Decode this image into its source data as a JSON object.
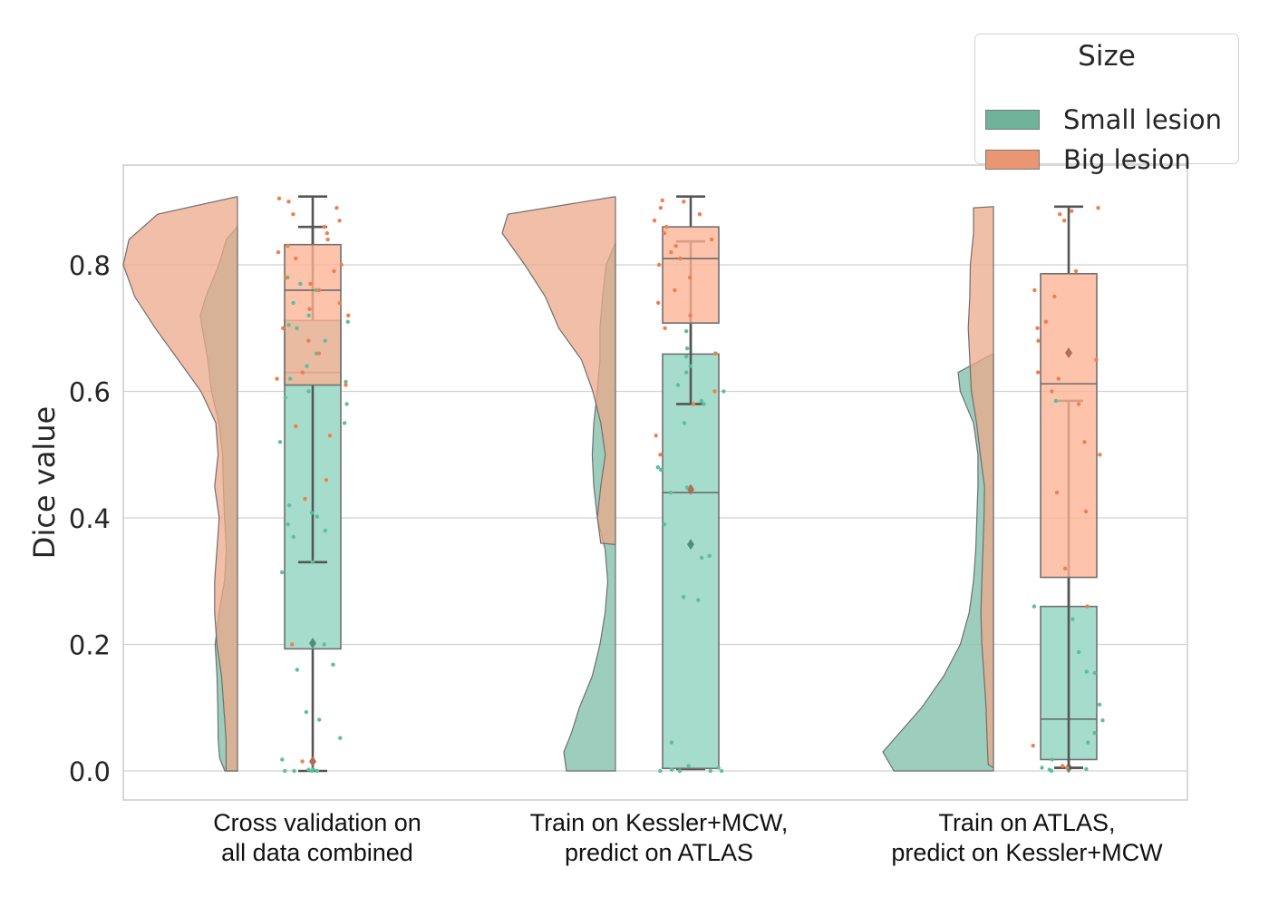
{
  "legend": {
    "title": "Size",
    "items": [
      {
        "label": "Small lesion",
        "color": "#66c2a5"
      },
      {
        "label": "Big lesion",
        "color": "#fc8d62"
      }
    ]
  },
  "chart_data": {
    "type": "raincloud",
    "ylabel": "Dice value",
    "xlabel": "",
    "ylim": [
      -0.045,
      0.955
    ],
    "yticks": [
      "0.0",
      "0.2",
      "0.4",
      "0.6",
      "0.8"
    ],
    "grid": true,
    "legend_placement": "top-right (above plot)",
    "categories": [
      [
        "Cross validation on",
        "all data combined"
      ],
      [
        "Train on Kessler+MCW,",
        "predict on ATLAS"
      ],
      [
        "Train on ATLAS,",
        "predict on Kessler+MCW"
      ]
    ],
    "colors": {
      "small_box": "#a6dccb",
      "big_box": "#fdb294",
      "small_violin": "#8cc5b1",
      "big_violin": "#eca88b",
      "small_point": "#5cbf9b",
      "big_point": "#f07e4f",
      "median_line": "#6b6b6b",
      "whisker": "#555555"
    },
    "series": [
      {
        "name": "Small lesion",
        "boxes": [
          {
            "whislo": 0.0,
            "q1": 0.193,
            "med": 0.63,
            "q3": 0.712,
            "whishi": 0.86,
            "mean": 0.202
          },
          {
            "whislo": 0.003,
            "q1": 0.004,
            "med": 0.44,
            "q3": 0.659,
            "whishi": 0.837,
            "mean": 0.358
          },
          {
            "whislo": 0.005,
            "q1": 0.018,
            "med": 0.082,
            "q3": 0.26,
            "whishi": 0.585,
            "mean": 0.005
          }
        ],
        "violins": [
          {
            "min": 0.0,
            "max": 0.86,
            "density": [
              [
                0.0,
                0.34
              ],
              [
                0.02,
                0.48
              ],
              [
                0.05,
                0.52
              ],
              [
                0.1,
                0.53
              ],
              [
                0.15,
                0.55
              ],
              [
                0.2,
                0.6
              ],
              [
                0.25,
                0.5
              ],
              [
                0.3,
                0.35
              ],
              [
                0.35,
                0.3
              ],
              [
                0.4,
                0.35
              ],
              [
                0.45,
                0.38
              ],
              [
                0.5,
                0.4
              ],
              [
                0.55,
                0.5
              ],
              [
                0.6,
                0.7
              ],
              [
                0.65,
                0.8
              ],
              [
                0.7,
                0.95
              ],
              [
                0.72,
                1.0
              ],
              [
                0.75,
                0.85
              ],
              [
                0.8,
                0.5
              ],
              [
                0.84,
                0.3
              ],
              [
                0.86,
                0.0
              ]
            ]
          },
          {
            "min": 0.0,
            "max": 0.835,
            "density": [
              [
                0.0,
                0.95
              ],
              [
                0.03,
                1.0
              ],
              [
                0.06,
                0.85
              ],
              [
                0.1,
                0.7
              ],
              [
                0.15,
                0.45
              ],
              [
                0.2,
                0.3
              ],
              [
                0.25,
                0.2
              ],
              [
                0.3,
                0.15
              ],
              [
                0.35,
                0.2
              ],
              [
                0.4,
                0.35
              ],
              [
                0.45,
                0.42
              ],
              [
                0.5,
                0.45
              ],
              [
                0.55,
                0.42
              ],
              [
                0.6,
                0.35
              ],
              [
                0.65,
                0.3
              ],
              [
                0.7,
                0.3
              ],
              [
                0.75,
                0.25
              ],
              [
                0.8,
                0.18
              ],
              [
                0.835,
                0.0
              ]
            ]
          },
          {
            "min": 0.0,
            "max": 0.66,
            "density": [
              [
                0.0,
                0.9
              ],
              [
                0.03,
                1.0
              ],
              [
                0.06,
                0.85
              ],
              [
                0.1,
                0.65
              ],
              [
                0.15,
                0.45
              ],
              [
                0.2,
                0.3
              ],
              [
                0.25,
                0.22
              ],
              [
                0.3,
                0.18
              ],
              [
                0.35,
                0.16
              ],
              [
                0.4,
                0.15
              ],
              [
                0.45,
                0.14
              ],
              [
                0.5,
                0.14
              ],
              [
                0.55,
                0.18
              ],
              [
                0.6,
                0.3
              ],
              [
                0.63,
                0.32
              ],
              [
                0.66,
                0.0
              ]
            ]
          }
        ],
        "points": [
          [
            0.0,
            0.0,
            0.0,
            0.0,
            0.002,
            0.003,
            0.018,
            0.052,
            0.081,
            0.093,
            0.16,
            0.168,
            0.2,
            0.314,
            0.33,
            0.37,
            0.38,
            0.39,
            0.402,
            0.408,
            0.42,
            0.52,
            0.55,
            0.58,
            0.59,
            0.6,
            0.615,
            0.62,
            0.64,
            0.66,
            0.68,
            0.7,
            0.705,
            0.71,
            0.72,
            0.74,
            0.76,
            0.77,
            0.78
          ],
          [
            0.0,
            0.0,
            0.0,
            0.0,
            0.0,
            0.002,
            0.005,
            0.008,
            0.045,
            0.27,
            0.275,
            0.34,
            0.337,
            0.39,
            0.44,
            0.448,
            0.476,
            0.48,
            0.55,
            0.58,
            0.585,
            0.6,
            0.61,
            0.63,
            0.64,
            0.655,
            0.66,
            0.668,
            0.695
          ],
          [
            0.0,
            0.002,
            0.003,
            0.005,
            0.018,
            0.045,
            0.06,
            0.08,
            0.105,
            0.155,
            0.157,
            0.188,
            0.24,
            0.26,
            0.585
          ]
        ]
      },
      {
        "name": "Big lesion",
        "boxes": [
          {
            "whislo": 0.33,
            "q1": 0.61,
            "med": 0.76,
            "q3": 0.832,
            "whishi": 0.908,
            "mean": 0.015
          },
          {
            "whislo": 0.58,
            "q1": 0.708,
            "med": 0.81,
            "q3": 0.86,
            "whishi": 0.908,
            "mean": 0.445
          },
          {
            "whislo": 0.005,
            "q1": 0.306,
            "med": 0.612,
            "q3": 0.786,
            "whishi": 0.892,
            "mean": 0.661
          }
        ],
        "violins": [
          {
            "min": 0.0,
            "max": 0.908,
            "density": [
              [
                0.0,
                0.1
              ],
              [
                0.05,
                0.1
              ],
              [
                0.1,
                0.12
              ],
              [
                0.15,
                0.14
              ],
              [
                0.2,
                0.18
              ],
              [
                0.25,
                0.2
              ],
              [
                0.3,
                0.2
              ],
              [
                0.35,
                0.18
              ],
              [
                0.4,
                0.16
              ],
              [
                0.45,
                0.2
              ],
              [
                0.5,
                0.17
              ],
              [
                0.55,
                0.19
              ],
              [
                0.6,
                0.32
              ],
              [
                0.65,
                0.52
              ],
              [
                0.7,
                0.72
              ],
              [
                0.75,
                0.9
              ],
              [
                0.8,
                1.0
              ],
              [
                0.84,
                0.95
              ],
              [
                0.88,
                0.7
              ],
              [
                0.908,
                0.0
              ]
            ]
          },
          {
            "min": 0.358,
            "max": 0.908,
            "density": [
              [
                0.358,
                0.0
              ],
              [
                0.36,
                0.13
              ],
              [
                0.4,
                0.16
              ],
              [
                0.45,
                0.13
              ],
              [
                0.5,
                0.09
              ],
              [
                0.55,
                0.13
              ],
              [
                0.6,
                0.2
              ],
              [
                0.65,
                0.3
              ],
              [
                0.7,
                0.5
              ],
              [
                0.75,
                0.62
              ],
              [
                0.8,
                0.8
              ],
              [
                0.85,
                1.0
              ],
              [
                0.88,
                0.95
              ],
              [
                0.908,
                0.0
              ]
            ]
          },
          {
            "min": 0.005,
            "max": 0.892,
            "density": [
              [
                0.005,
                0.0
              ],
              [
                0.01,
                0.1
              ],
              [
                0.05,
                0.12
              ],
              [
                0.1,
                0.14
              ],
              [
                0.15,
                0.18
              ],
              [
                0.2,
                0.22
              ],
              [
                0.25,
                0.24
              ],
              [
                0.3,
                0.22
              ],
              [
                0.35,
                0.2
              ],
              [
                0.4,
                0.18
              ],
              [
                0.45,
                0.17
              ],
              [
                0.5,
                0.25
              ],
              [
                0.55,
                0.32
              ],
              [
                0.6,
                0.42
              ],
              [
                0.65,
                0.45
              ],
              [
                0.7,
                0.48
              ],
              [
                0.75,
                0.45
              ],
              [
                0.8,
                0.44
              ],
              [
                0.85,
                0.38
              ],
              [
                0.89,
                0.38
              ],
              [
                0.892,
                0.0
              ]
            ]
          }
        ],
        "points": [
          [
            0.015,
            0.2,
            0.43,
            0.46,
            0.53,
            0.545,
            0.61,
            0.62,
            0.63,
            0.66,
            0.68,
            0.7,
            0.72,
            0.73,
            0.74,
            0.76,
            0.77,
            0.78,
            0.79,
            0.8,
            0.81,
            0.82,
            0.83,
            0.84,
            0.85,
            0.86,
            0.87,
            0.88,
            0.89,
            0.9,
            0.905
          ],
          [
            0.5,
            0.53,
            0.58,
            0.6,
            0.66,
            0.7,
            0.72,
            0.74,
            0.76,
            0.78,
            0.8,
            0.81,
            0.82,
            0.83,
            0.84,
            0.85,
            0.86,
            0.87,
            0.88,
            0.89,
            0.9,
            0.902
          ],
          [
            0.005,
            0.008,
            0.04,
            0.26,
            0.32,
            0.41,
            0.44,
            0.5,
            0.52,
            0.58,
            0.6,
            0.62,
            0.63,
            0.65,
            0.68,
            0.7,
            0.71,
            0.75,
            0.76,
            0.79,
            0.87,
            0.88,
            0.885,
            0.89
          ]
        ]
      }
    ]
  }
}
